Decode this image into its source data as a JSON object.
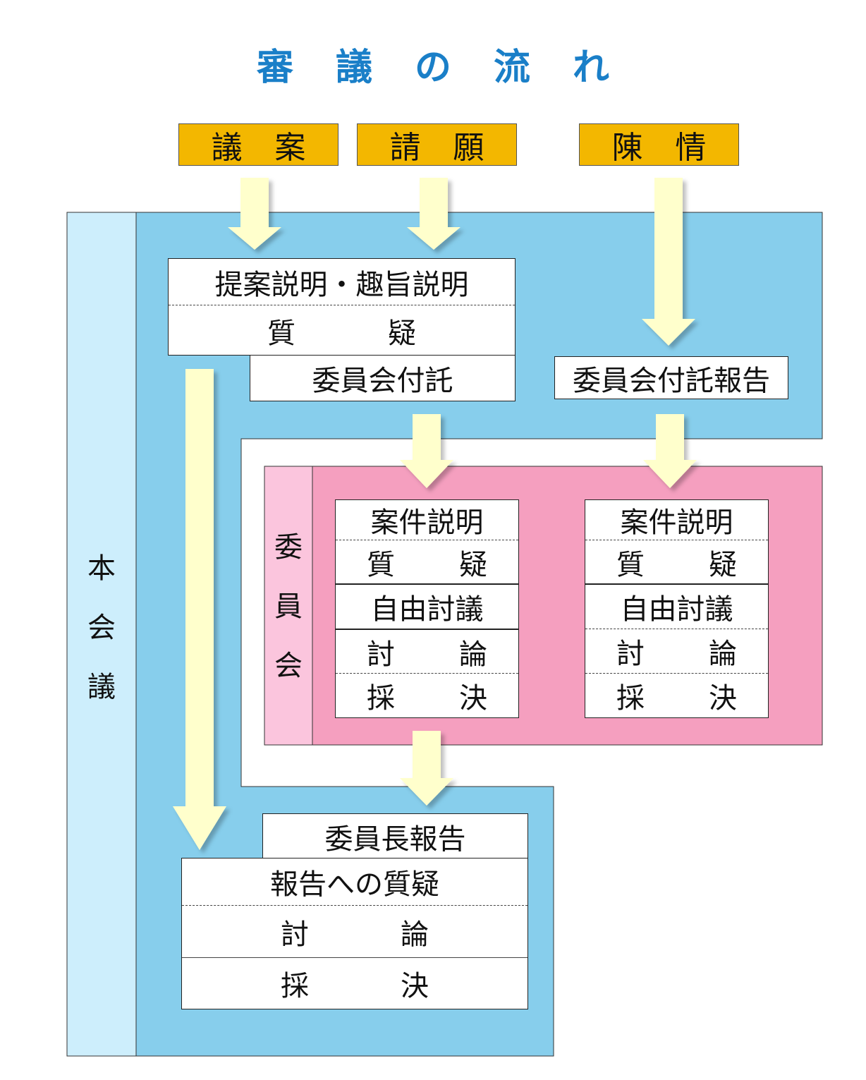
{
  "title": [
    "審",
    "議",
    "の",
    "流",
    "れ"
  ],
  "sources": [
    {
      "key": "bill",
      "chars": [
        "議",
        "案"
      ]
    },
    {
      "key": "petition",
      "chars": [
        "請",
        "願"
      ]
    },
    {
      "key": "appeal",
      "chars": [
        "陳",
        "情"
      ]
    }
  ],
  "plenary": {
    "label": [
      "本",
      "会",
      "議"
    ],
    "intro": [
      "提案説明・趣旨説明",
      [
        "質",
        "疑"
      ]
    ],
    "referral": "委員会付託",
    "appeal_referral_report": "委員会付託報告",
    "chair_report": "委員長報告",
    "final": [
      "報告への質疑",
      [
        "討",
        "論"
      ],
      [
        "採",
        "決"
      ]
    ]
  },
  "committee": {
    "label": [
      "委",
      "員",
      "会"
    ],
    "steps": [
      "案件説明",
      [
        "質",
        "疑"
      ],
      "自由討議",
      [
        "討",
        "論"
      ],
      [
        "採",
        "決"
      ]
    ]
  },
  "colors": {
    "title": "#1a7fc8",
    "source_fill": "#f3b700",
    "plenary_fill": "#87ceec",
    "plenary_label_fill": "#cdeefc",
    "committee_fill": "#f59fbf",
    "committee_label_fill": "#fbc5dd",
    "arrow_fill": "#ffffcc"
  }
}
